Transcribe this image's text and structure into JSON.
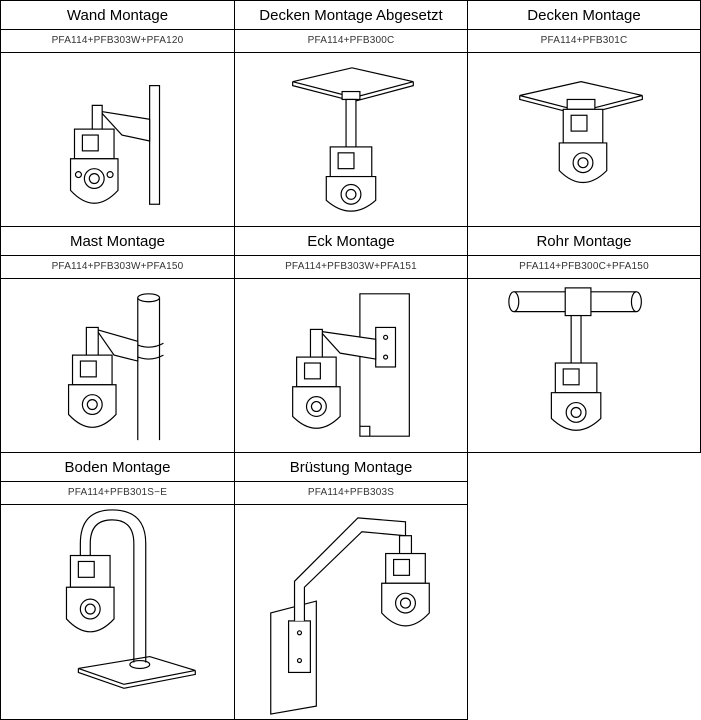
{
  "mounts": [
    {
      "title": "Wand Montage",
      "code": "PFA114+PFB303W+PFA120",
      "icon": "wall-mount-icon"
    },
    {
      "title": "Decken Montage Abgesetzt",
      "code": "PFA114+PFB300C",
      "icon": "pendant-ceiling-mount-icon"
    },
    {
      "title": "Decken Montage",
      "code": "PFA114+PFB301C",
      "icon": "ceiling-mount-icon"
    },
    {
      "title": "Mast Montage",
      "code": "PFA114+PFB303W+PFA150",
      "icon": "pole-mount-icon"
    },
    {
      "title": "Eck Montage",
      "code": "PFA114+PFB303W+PFA151",
      "icon": "corner-mount-icon"
    },
    {
      "title": "Rohr Montage",
      "code": "PFA114+PFB300C+PFA150",
      "icon": "pipe-mount-icon"
    },
    {
      "title": "Boden Montage",
      "code": "PFA114+PFB301S−E",
      "icon": "floor-mount-icon"
    },
    {
      "title": "Brüstung Montage",
      "code": "PFA114+PFB303S",
      "icon": "parapet-mount-icon"
    }
  ]
}
